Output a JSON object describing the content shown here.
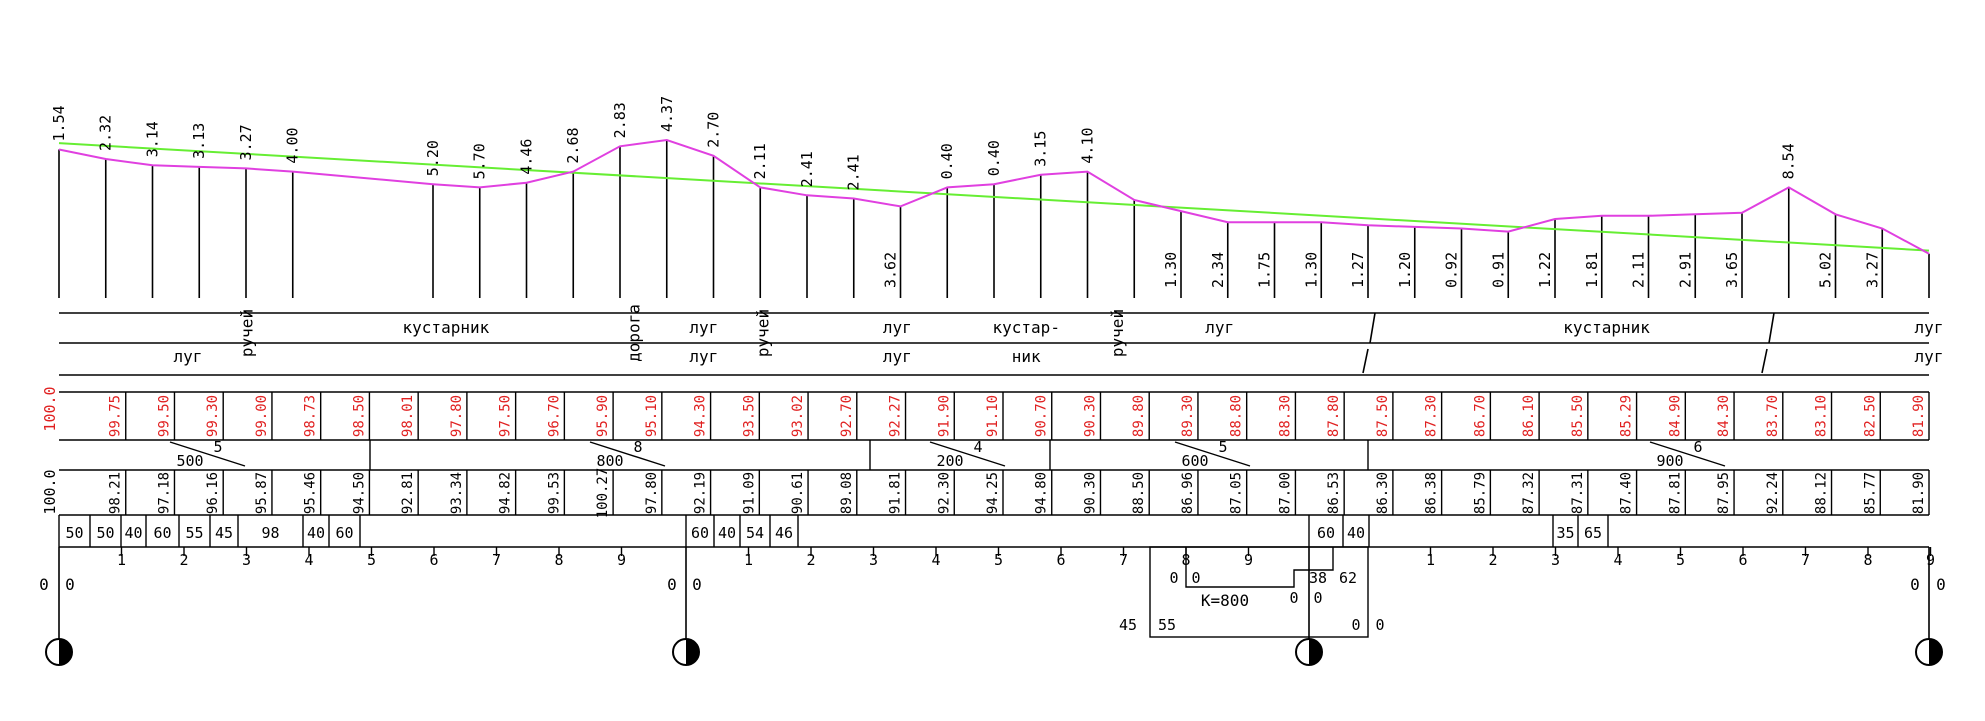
{
  "colors": {
    "ink": "#000000",
    "profile": "#e040e0",
    "design_line": "#66ee33",
    "red_elev": "#e02020"
  },
  "top_ticks": [
    {
      "s": 3,
      "h": 0.94,
      "lbl": "1.54"
    },
    {
      "s": 1,
      "h": 0.88,
      "lbl": "2.32"
    },
    {
      "s": 1,
      "h": 0.84,
      "lbl": "3.14"
    },
    {
      "s": 1,
      "h": 0.83,
      "lbl": "3.13"
    },
    {
      "s": 1,
      "h": 0.82,
      "lbl": "3.27"
    },
    {
      "s": 1,
      "h": 0.8,
      "lbl": "4.00"
    },
    {
      "s": 3,
      "h": 0.72,
      "lbl": "5.20"
    },
    {
      "s": 1,
      "h": 0.7,
      "lbl": "5.70"
    },
    {
      "s": 1,
      "h": 0.73,
      "lbl": "4.46"
    },
    {
      "s": 1,
      "h": 0.8,
      "lbl": "2.68"
    },
    {
      "s": 1,
      "h": 0.96,
      "lbl": "2.83"
    },
    {
      "s": 1,
      "h": 1.0,
      "lbl": "4.37"
    },
    {
      "s": 1,
      "h": 0.9,
      "lbl": "2.70"
    },
    {
      "s": 1,
      "h": 0.7,
      "lbl": "2.11"
    },
    {
      "s": 1,
      "h": 0.65,
      "lbl": "2.41"
    },
    {
      "s": 1,
      "h": 0.63,
      "lbl": "2.41"
    },
    {
      "s": 1,
      "h": 0.58,
      "lbl": "3.62"
    },
    {
      "s": 1,
      "h": 0.7,
      "lbl": "0.40"
    },
    {
      "s": 1,
      "h": 0.72,
      "lbl": "0.40"
    },
    {
      "s": 1,
      "h": 0.78,
      "lbl": "3.15"
    },
    {
      "s": 1,
      "h": 0.8,
      "lbl": "4.10"
    },
    {
      "s": 1,
      "h": 0.62,
      "lbl": ""
    },
    {
      "s": 1,
      "h": 0.55,
      "lbl": "1.30"
    },
    {
      "s": 1,
      "h": 0.48,
      "lbl": "2.34"
    },
    {
      "s": 1,
      "h": 0.48,
      "lbl": "1.75"
    },
    {
      "s": 1,
      "h": 0.48,
      "lbl": "1.30"
    },
    {
      "s": 1,
      "h": 0.46,
      "lbl": "1.27"
    },
    {
      "s": 1,
      "h": 0.45,
      "lbl": "1.20"
    },
    {
      "s": 1,
      "h": 0.44,
      "lbl": "0.92"
    },
    {
      "s": 1,
      "h": 0.42,
      "lbl": "0.91"
    },
    {
      "s": 1,
      "h": 0.5,
      "lbl": "1.22"
    },
    {
      "s": 1,
      "h": 0.52,
      "lbl": "1.81"
    },
    {
      "s": 1,
      "h": 0.52,
      "lbl": "2.11"
    },
    {
      "s": 1,
      "h": 0.53,
      "lbl": "2.91"
    },
    {
      "s": 1,
      "h": 0.54,
      "lbl": "3.65"
    },
    {
      "s": 1,
      "h": 0.7,
      "lbl": "8.54"
    },
    {
      "s": 1,
      "h": 0.53,
      "lbl": "5.02"
    },
    {
      "s": 1,
      "h": 0.44,
      "lbl": "3.27"
    },
    {
      "s": 1,
      "h": 0.28,
      "lbl": ""
    }
  ],
  "design_line": {
    "start_h": 0.98,
    "end_h": 0.3
  },
  "situation_top": [
    {
      "at": 3,
      "text": "ручей"
    },
    {
      "at": 6,
      "text": "кустарник"
    },
    {
      "at": 9,
      "text": "дорога"
    },
    {
      "at": 10,
      "text": "луг"
    },
    {
      "at": 11,
      "text": "ручей"
    },
    {
      "at": 13,
      "text": "луг"
    },
    {
      "at": 15,
      "text": "кустар-"
    },
    {
      "at": 16.5,
      "text": "ручей"
    },
    {
      "at": 18,
      "text": "луг"
    },
    {
      "at": 24,
      "text": "кустарник"
    },
    {
      "at": 29,
      "text": "луг"
    }
  ],
  "situation_bottom": [
    {
      "at": 2,
      "text": "луг"
    },
    {
      "at": 10,
      "text": "луг"
    },
    {
      "at": 13,
      "text": "луг"
    },
    {
      "at": 15,
      "text": "ник"
    },
    {
      "at": 29,
      "text": "луг"
    }
  ],
  "red_elev": {
    "start": "100.0",
    "values": [
      "99.75",
      "99.50",
      "99.30",
      "99.00",
      "98.73",
      "98.50",
      "98.01",
      "97.80",
      "97.50",
      "96.70",
      "95.90",
      "95.10",
      "94.30",
      "93.50",
      "93.02",
      "92.70",
      "92.27",
      "91.90",
      "91.10",
      "90.70",
      "90.30",
      "89.80",
      "89.30",
      "88.80",
      "88.30",
      "87.80",
      "87.50",
      "87.30",
      "86.70",
      "86.10",
      "85.50",
      "85.29",
      "84.90",
      "84.30",
      "83.70",
      "83.10",
      "82.50",
      "81.90"
    ]
  },
  "slopes": [
    {
      "top": "5",
      "bot": "500"
    },
    {
      "top": "8",
      "bot": "800"
    },
    {
      "top": "4",
      "bot": "200"
    },
    {
      "top": "5",
      "bot": "600"
    },
    {
      "top": "6",
      "bot": "900"
    }
  ],
  "black_elev": {
    "start": "100.0",
    "values": [
      "98.21",
      "97.18",
      "96.16",
      "95.87",
      "95.46",
      "94.50",
      "92.81",
      "93.34",
      "94.82",
      "99.53",
      "100.27",
      "97.80",
      "92.19",
      "91.09",
      "90.61",
      "89.08",
      "91.81",
      "92.30",
      "94.25",
      "94.80",
      "90.30",
      "88.50",
      "86.96",
      "87.05",
      "87.00",
      "86.53",
      "86.30",
      "86.38",
      "85.79",
      "87.32",
      "87.31",
      "87.40",
      "87.81",
      "87.95",
      "92.24",
      "88.12",
      "85.77",
      "81.90"
    ]
  },
  "distances_a": [
    "50",
    "50",
    "40",
    "60",
    "55",
    "45",
    "98",
    "40",
    "60"
  ],
  "distances_b": [
    "60",
    "40",
    "54",
    "46"
  ],
  "distances_c": [
    "60",
    "40"
  ],
  "distances_d": [
    "35",
    "65"
  ],
  "pickets_a": [
    "1",
    "2",
    "3",
    "4",
    "5",
    "6",
    "7",
    "8",
    "9"
  ],
  "pickets_b": [
    "1",
    "2",
    "3",
    "4",
    "5",
    "6",
    "7",
    "8",
    "9"
  ],
  "pickets_c": [
    "1",
    "2",
    "3",
    "4",
    "5",
    "6",
    "7",
    "8",
    "9"
  ],
  "zero_labels": [
    "0",
    "0"
  ],
  "curve": {
    "k": "K=800",
    "l0": "0",
    "l1": "0",
    "r38": "38",
    "r62": "62",
    "b45": "45",
    "b55": "55",
    "z1": "0",
    "z2": "0",
    "z3": "0",
    "z4": "0"
  }
}
